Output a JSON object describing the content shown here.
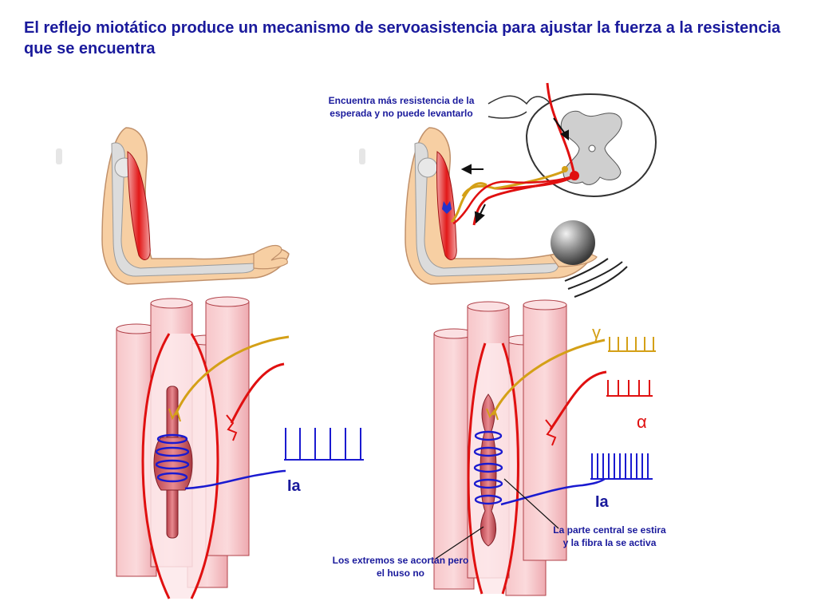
{
  "title": "El reflejo miotático produce un mecanismo de servoasistencia para ajustar la fuerza a la resistencia que se encuentra",
  "annotations": {
    "resistance": "Encuentra más resistencia de la esperada y no puede levantarlo",
    "central": "La parte central se estira y la fibra Ia se activa",
    "ends": "Los extremos se acortan pero el huso no"
  },
  "labels": {
    "ia_left": "Ia",
    "ia_right": "Ia",
    "gamma": "γ",
    "alpha": "α"
  },
  "colors": {
    "title": "#1a1a9c",
    "alpha_motor": "#e01010",
    "gamma_motor": "#d4a017",
    "ia_afferent": "#1a1ad0",
    "muscle_fiber": "#f4b4b8"
  },
  "spike_trains": {
    "left_ia": 6,
    "right_gamma": 6,
    "right_alpha": 5,
    "right_ia": 11
  }
}
